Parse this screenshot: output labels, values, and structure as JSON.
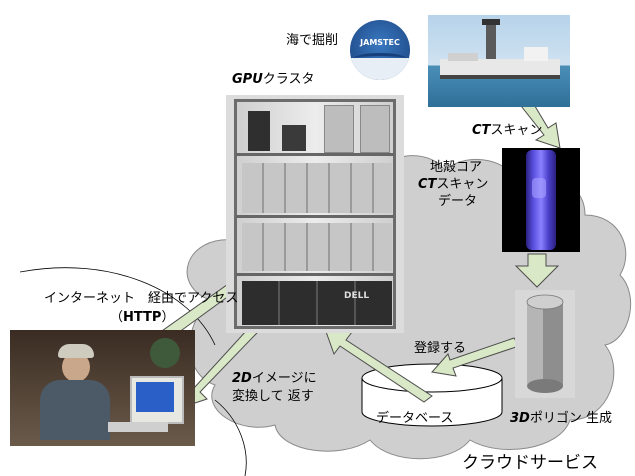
{
  "labels": {
    "sea_drilling": "海で掘削",
    "jamstec": "JAMSTEC",
    "gpu_cluster_prefix": "GPU",
    "gpu_cluster_suffix": "クラスタ",
    "ct_scan_prefix": "CT",
    "ct_scan_suffix": "スキャン",
    "core_data_line1": "地殻コア",
    "core_data_line2_prefix": "CT",
    "core_data_line2_suffix": "スキャン",
    "core_data_line3": "データ",
    "internet_line1": "インターネット　経由でアクセス",
    "internet_line2_open": "（",
    "internet_line2_http": "HTTP",
    "internet_line2_close": "）",
    "register": "登録する",
    "convert_2d_prefix": "2D",
    "convert_2d_suffix": "イメージに",
    "convert_line2": "変換して 返す",
    "database": "データベース",
    "polygon_prefix": "3D",
    "polygon_suffix": "ポリゴン 生成",
    "cloud_service": "クラウドサービス",
    "dell": "DELL"
  },
  "colors": {
    "cloud_fill": "#cfcfcf",
    "arrow_fill": "#d9e8c6",
    "arrow_stroke": "#4c4c4c",
    "sea": "#4a8fb8",
    "core_purple": "#4a40c8",
    "jamstec_blue": "#1f4f8f"
  }
}
